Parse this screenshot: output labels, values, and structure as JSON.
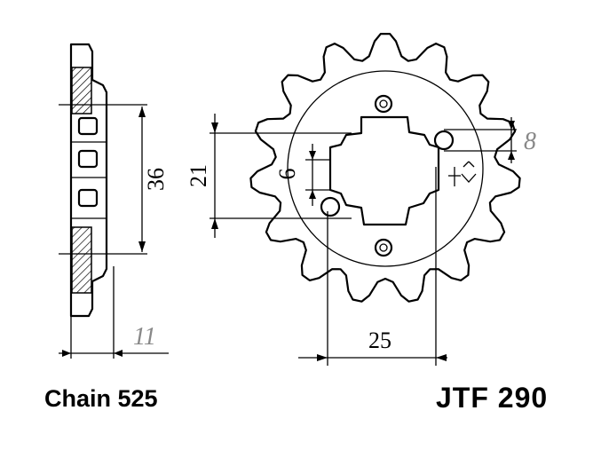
{
  "dimensions": {
    "pitch_diameter_side": "36",
    "thickness": "11",
    "hole_spacing": "21",
    "spline_offset": "6",
    "hole_diameter": "8",
    "spline_width": "25"
  },
  "captions": {
    "chain": "Chain 525",
    "part_number": "JTF 290"
  },
  "colors": {
    "line": "#000000",
    "grey_dimension": "#888888"
  },
  "sprocket": {
    "teeth": 15
  }
}
